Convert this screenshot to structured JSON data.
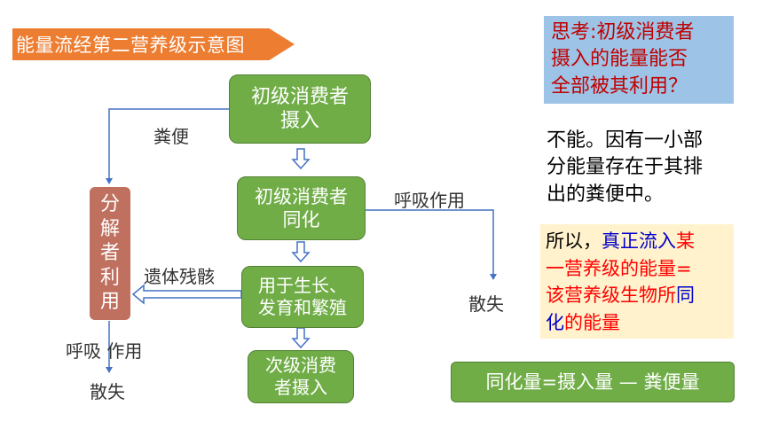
{
  "title": "能量流经第二营养级示意图",
  "nodes": {
    "primary_intake": [
      "初级消费者",
      "摄入"
    ],
    "primary_assim": [
      "初级消费者",
      "同化"
    ],
    "growth": [
      "用于生长、",
      "发育和繁殖"
    ],
    "secondary_intake": [
      "次级消费",
      "者摄入"
    ],
    "decomposer": [
      "分",
      "解",
      "者",
      "利",
      "用"
    ]
  },
  "labels": {
    "feces": "粪便",
    "respiration_right": "呼吸作用",
    "lost_right": "散失",
    "remains": "遗体残骸",
    "respiration_left": "呼吸 作用",
    "lost_left": "散失"
  },
  "think": {
    "lines": [
      "思考:初级消费者",
      "摄入的能量能否",
      "全部被其利用？"
    ]
  },
  "answer": {
    "lines": [
      "不能。因有一小部",
      "分能量存在于其排",
      "出的粪便中。"
    ]
  },
  "conclusion": {
    "line1_a": "所以，",
    "line1_b": "真正流入",
    "line1_c": "某",
    "line2": "一营养级的能量=",
    "line3_a": "该营养级生物所",
    "line3_b": "同",
    "line4_a": "化",
    "line4_b": "的能量"
  },
  "formula": "同化量=摄入量 — 粪便量",
  "colors": {
    "green": "#70AD47",
    "orange": "#ED7D31",
    "decomposer": "#C0705F",
    "arrow_blue": "#4472C4",
    "think_bg": "#9DC3E6",
    "conclusion_bg": "#FFF2CC"
  }
}
